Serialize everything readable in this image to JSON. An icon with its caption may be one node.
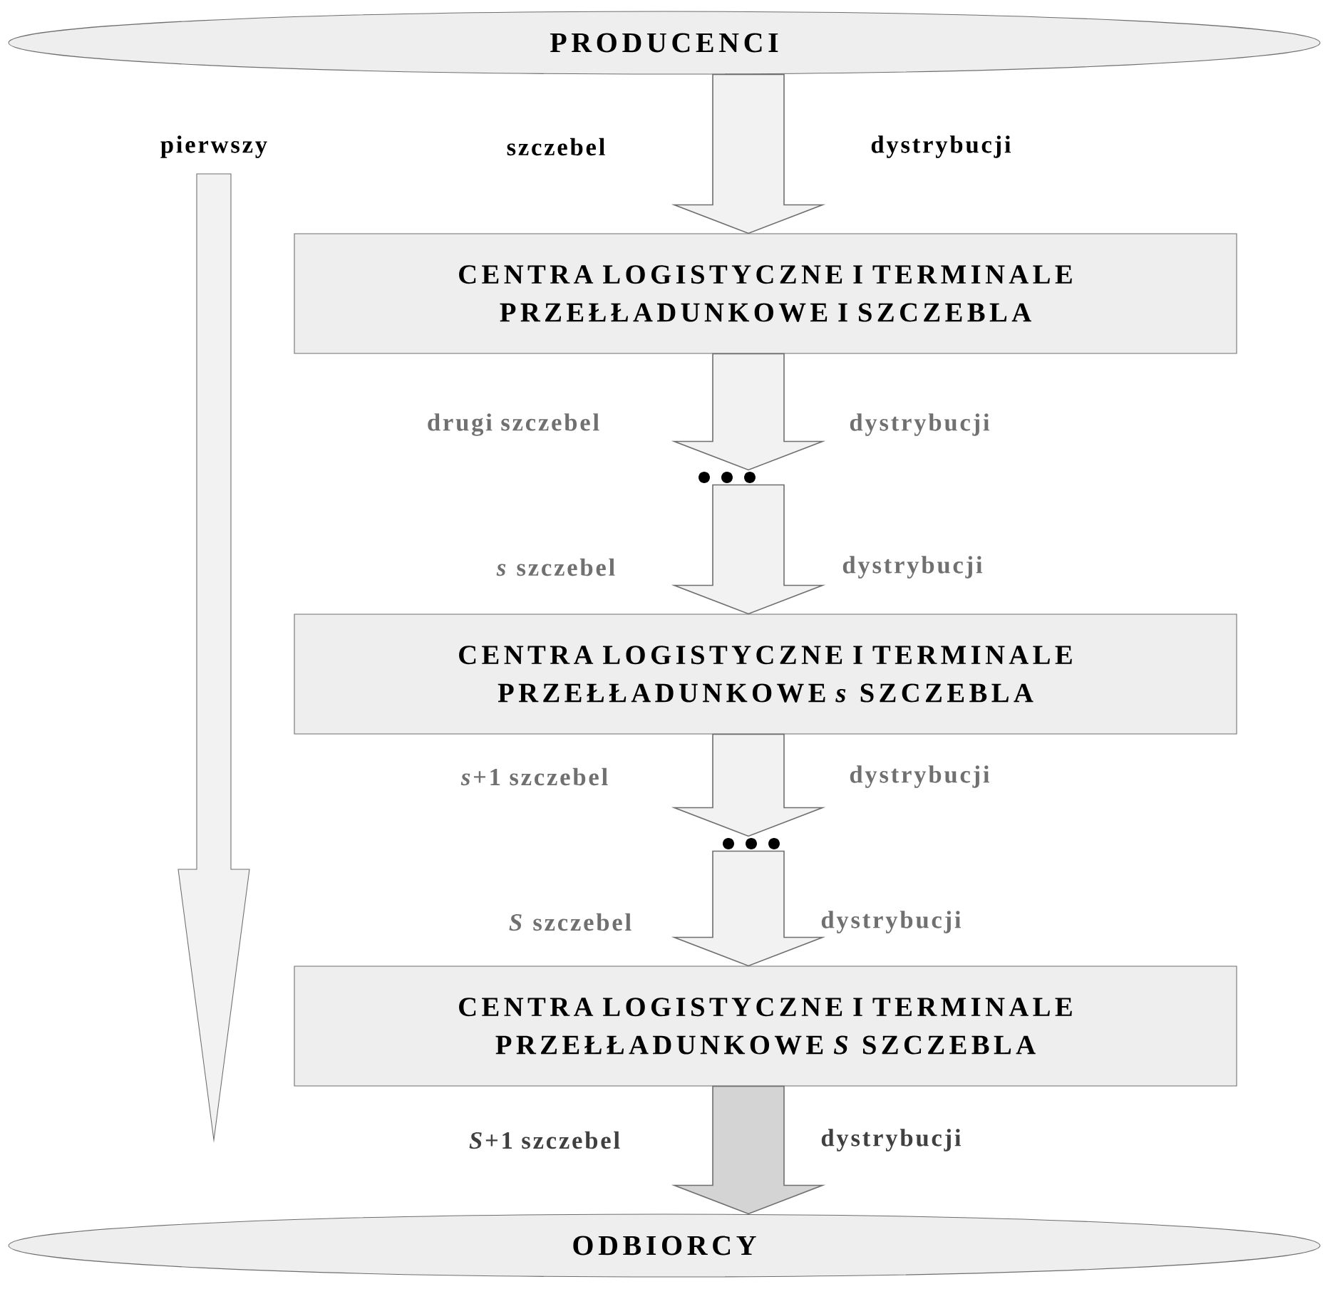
{
  "diagram": {
    "nodes": [
      {
        "text": [
          "PRODUCENCI"
        ]
      },
      {
        "text": [
          "CENTRA LOGISTYCZNE I TERMINALE PRZEŁŁADUNKOWE I SZCZEBLA"
        ]
      },
      {
        "text": [],
        "shape": "dots"
      },
      {
        "text": [
          "CENTRA LOGISTYCZNE I TERMINALE PRZEŁŁADUNKOWE *s* SZCZEBLA"
        ]
      },
      {
        "text": [],
        "shape": "dots"
      },
      {
        "text": [
          "CENTRA LOGISTYCZNE I TERMINALE PRZEŁŁADUNKOWE *S* SZCZEBLA"
        ]
      },
      {
        "text": [
          "ODBIORCY"
        ]
      }
    ],
    "edges": [
      {
        "from": 0,
        "to": 1,
        "arrow": "to"
      },
      {
        "from": 1,
        "to": 2,
        "arrow": "to"
      },
      {
        "from": 2,
        "to": 3,
        "arrow": "to"
      },
      {
        "from": 3,
        "to": 4,
        "arrow": "to"
      },
      {
        "from": 4,
        "to": 5,
        "arrow": "to"
      },
      {
        "from": 5,
        "to": 6,
        "arrow": "to"
      }
    ],
    "labels": [
      "pierwszy",
      "szczebel",
      "dystrybucji",
      "drugi szczebel",
      "dystrybucji",
      "*s* szczebel",
      "dystrybucji",
      "*s*+1 szczebel",
      "dystrybucji",
      "*S* szczebel",
      "dystrybucji",
      "*S*+1 szczebel",
      "dystrybucji"
    ]
  }
}
